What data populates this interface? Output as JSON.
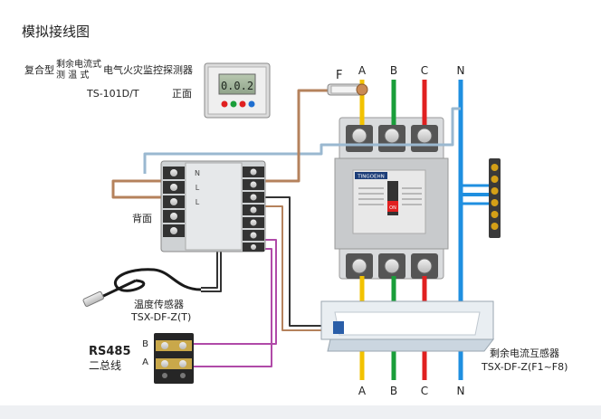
{
  "title": "模拟接线图",
  "detector": {
    "name_prefix": "复合型",
    "name_upper": "剩余电流式",
    "name_lower": "测  温  式",
    "name_suffix": "电气火灾监控探测器",
    "model": "TS-101D/T",
    "view_label": "正面",
    "display_value": "0.0.2",
    "back_label": "背面",
    "terminal_letters": [
      "N",
      "L",
      "L"
    ]
  },
  "fuse_label": "F",
  "phases_top": [
    "A",
    "B",
    "C",
    "N"
  ],
  "phases_bottom": [
    "A",
    "B",
    "C",
    "N"
  ],
  "temp_sensor": {
    "name": "温度传感器",
    "model": "TSX-DF-Z(T)"
  },
  "rs485": {
    "line1": "RS485",
    "line2": "二总线",
    "terminal_b": "B",
    "terminal_a": "A"
  },
  "ct": {
    "name": "剩余电流互感器",
    "model": "TSX-DF-Z(F1~F8)"
  },
  "breaker": {
    "brand": "TINGOEHN",
    "on_label": "ON"
  },
  "colors": {
    "phase_a": "#f2c200",
    "phase_b": "#1a9e3a",
    "phase_c": "#e02020",
    "neutral": "#1f8fe0",
    "wire_brown": "#b5825c",
    "wire_blue": "#9ab8d0",
    "wire_purple": "#b04aa8",
    "wire_dark": "#333333"
  }
}
